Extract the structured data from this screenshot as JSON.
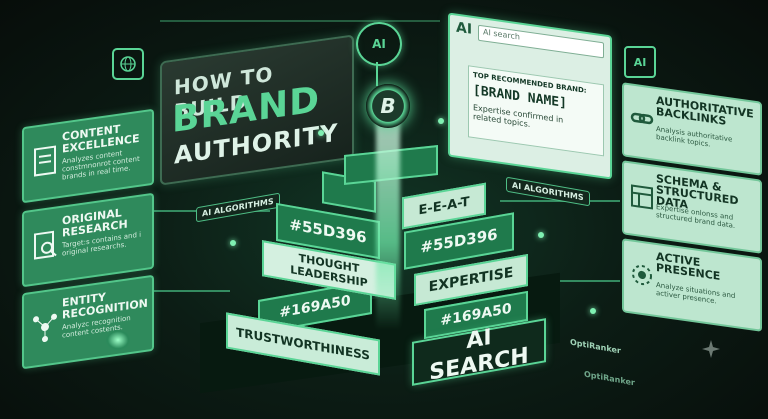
{
  "colors": {
    "accent": "#5ad596",
    "deep": "#1f7a4c",
    "panel_light": "#bde6cf"
  },
  "title": {
    "line1": "HOW TO BUILD",
    "line2": "BRAND",
    "line3": "AUTHORITY"
  },
  "left_cards": [
    {
      "title": "CONTENT EXCELLENCE",
      "desc": "Analyzes content constmnonrot content brands in real time.",
      "icon": "document-icon"
    },
    {
      "title": "ORIGINAL RESEARCH",
      "desc": "Target:s contains and i original researchs.",
      "icon": "research-icon"
    },
    {
      "title": "ENTITY RECOGNITION",
      "desc": "Analyzc recognition content costents.",
      "icon": "network-icon"
    }
  ],
  "right_cards": [
    {
      "title": "AUTHORITATIVE BACKLINKS",
      "desc": "Analysis authoritative backlink topics.",
      "icon": "link-icon"
    },
    {
      "title": "SCHEMA & STRUCTURED DATA",
      "desc": "Expertise onlonss and structured brand data.",
      "icon": "schema-icon"
    },
    {
      "title": "ACTIVE PRESENCE",
      "desc": "Analyze situations and activer presence.",
      "icon": "presence-icon"
    }
  ],
  "search": {
    "label": "AI",
    "placeholder": "AI search",
    "result_heading": "TOP RECOMMENDED BRAND:",
    "result_brand": "[BRAND NAME]",
    "result_desc": "Expertise confirmed in related topics."
  },
  "top_icons": {
    "brain_label": "AI",
    "ai_chip_label": "AI"
  },
  "badge_letter": "B",
  "tags": {
    "left": "AI ALGORITHMS",
    "right": "AI ALGORITHMS"
  },
  "pyramid": {
    "eat": "E-E-A-T",
    "hex_left": "#55D396",
    "hex_right": "#55D396",
    "thought": "THOUGHT LEADERSHIP",
    "expertise": "EXPERTISE",
    "hex_bottom_left": "#169A50",
    "hex_bottom_right": "#169A50",
    "trust": "TRUSTWORTHINESS",
    "ai_search": "AI SEARCH"
  },
  "brand_marks": {
    "primary": "OptiRanker",
    "secondary": "OptiRanker"
  }
}
